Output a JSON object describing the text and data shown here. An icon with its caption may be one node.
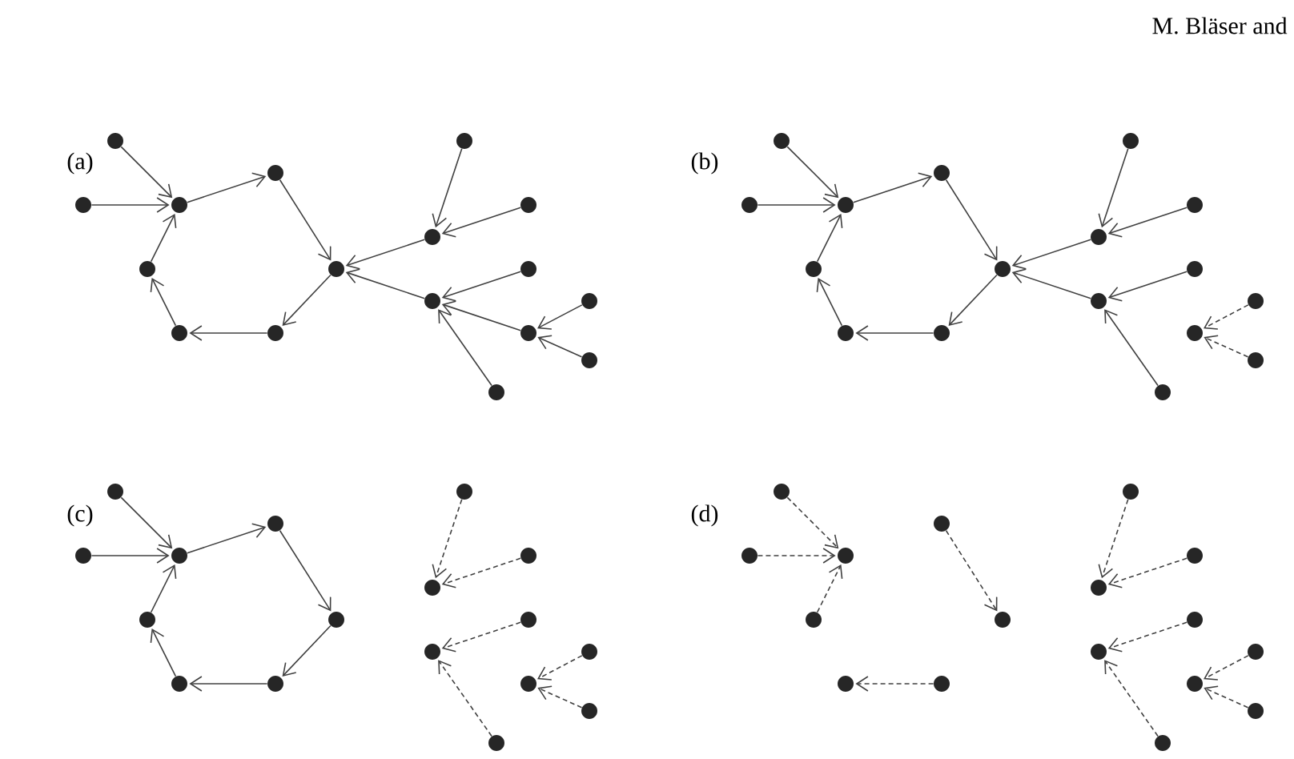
{
  "diagram": {
    "nodes": [
      {
        "text": [],
        "shape": "circle"
      },
      {
        "text": [],
        "shape": "circle"
      },
      {
        "text": [],
        "shape": "circle"
      },
      {
        "text": [],
        "shape": "circle"
      },
      {
        "text": [],
        "shape": "circle"
      },
      {
        "text": [],
        "shape": "circle"
      },
      {
        "text": [],
        "shape": "circle"
      },
      {
        "text": [],
        "shape": "circle"
      },
      {
        "text": [],
        "shape": "circle"
      },
      {
        "text": [],
        "shape": "circle"
      },
      {
        "text": [],
        "shape": "circle"
      },
      {
        "text": [],
        "shape": "circle"
      },
      {
        "text": [],
        "shape": "circle"
      },
      {
        "text": [],
        "shape": "circle"
      },
      {
        "text": [],
        "shape": "circle"
      },
      {
        "text": [],
        "shape": "circle"
      },
      {
        "text": [],
        "shape": "circle"
      },
      {
        "text": [],
        "shape": "circle"
      },
      {
        "text": [],
        "shape": "circle"
      },
      {
        "text": [],
        "shape": "circle"
      },
      {
        "text": [],
        "shape": "circle"
      },
      {
        "text": [],
        "shape": "circle"
      },
      {
        "text": [],
        "shape": "circle"
      },
      {
        "text": [],
        "shape": "circle"
      },
      {
        "text": [],
        "shape": "circle"
      },
      {
        "text": [],
        "shape": "circle"
      },
      {
        "text": [],
        "shape": "circle"
      },
      {
        "text": [],
        "shape": "circle"
      },
      {
        "text": [],
        "shape": "circle"
      },
      {
        "text": [],
        "shape": "circle"
      },
      {
        "text": [],
        "shape": "circle"
      },
      {
        "text": [],
        "shape": "circle"
      },
      {
        "text": [],
        "shape": "circle"
      },
      {
        "text": [],
        "shape": "circle"
      },
      {
        "text": [],
        "shape": "circle"
      },
      {
        "text": [],
        "shape": "circle"
      },
      {
        "text": [],
        "shape": "circle"
      },
      {
        "text": [],
        "shape": "circle"
      },
      {
        "text": [],
        "shape": "circle"
      },
      {
        "text": [],
        "shape": "circle"
      },
      {
        "text": [],
        "shape": "circle"
      },
      {
        "text": [],
        "shape": "circle"
      },
      {
        "text": [],
        "shape": "circle"
      },
      {
        "text": [],
        "shape": "circle"
      },
      {
        "text": [],
        "shape": "circle"
      },
      {
        "text": [],
        "shape": "circle"
      },
      {
        "text": [],
        "shape": "circle"
      },
      {
        "text": [],
        "shape": "circle"
      },
      {
        "text": [],
        "shape": "circle"
      },
      {
        "text": [],
        "shape": "circle"
      },
      {
        "text": [],
        "shape": "circle"
      },
      {
        "text": [],
        "shape": "circle"
      },
      {
        "text": [],
        "shape": "circle"
      },
      {
        "text": [],
        "shape": "circle"
      },
      {
        "text": [],
        "shape": "circle"
      },
      {
        "text": [],
        "shape": "circle"
      },
      {
        "text": [],
        "shape": "circle"
      },
      {
        "text": [],
        "shape": "circle"
      },
      {
        "text": [],
        "shape": "circle"
      },
      {
        "text": [],
        "shape": "circle"
      },
      {
        "text": [],
        "shape": "circle"
      },
      {
        "text": [],
        "shape": "circle"
      },
      {
        "text": [],
        "shape": "circle"
      },
      {
        "text": [],
        "shape": "circle"
      },
      {
        "text": [],
        "shape": "circle"
      },
      {
        "text": [],
        "shape": "circle"
      },
      {
        "text": [],
        "shape": "circle"
      },
      {
        "text": [],
        "shape": "circle"
      }
    ],
    "edges": [
      {
        "from": 1,
        "to": 3,
        "arrow": "to"
      },
      {
        "from": 0,
        "to": 3,
        "arrow": "to"
      },
      {
        "from": 3,
        "to": 5,
        "arrow": "to"
      },
      {
        "from": 5,
        "to": 7,
        "arrow": "to"
      },
      {
        "from": 7,
        "to": 6,
        "arrow": "to"
      },
      {
        "from": 6,
        "to": 4,
        "arrow": "to"
      },
      {
        "from": 4,
        "to": 2,
        "arrow": "to"
      },
      {
        "from": 2,
        "to": 3,
        "arrow": "to"
      },
      {
        "from": 8,
        "to": 7,
        "arrow": "to"
      },
      {
        "from": 9,
        "to": 7,
        "arrow": "to"
      },
      {
        "from": 10,
        "to": 8,
        "arrow": "to"
      },
      {
        "from": 12,
        "to": 8,
        "arrow": "to"
      },
      {
        "from": 13,
        "to": 9,
        "arrow": "to"
      },
      {
        "from": 11,
        "to": 9,
        "arrow": "to"
      },
      {
        "from": 14,
        "to": 9,
        "arrow": "to"
      },
      {
        "from": 15,
        "to": 14,
        "arrow": "to"
      },
      {
        "from": 16,
        "to": 14,
        "arrow": "to"
      },
      {
        "from": 18,
        "to": 20,
        "arrow": "to"
      },
      {
        "from": 17,
        "to": 20,
        "arrow": "to"
      },
      {
        "from": 20,
        "to": 22,
        "arrow": "to"
      },
      {
        "from": 22,
        "to": 24,
        "arrow": "to"
      },
      {
        "from": 24,
        "to": 23,
        "arrow": "to"
      },
      {
        "from": 23,
        "to": 21,
        "arrow": "to"
      },
      {
        "from": 21,
        "to": 19,
        "arrow": "to"
      },
      {
        "from": 19,
        "to": 20,
        "arrow": "to"
      },
      {
        "from": 25,
        "to": 24,
        "arrow": "to"
      },
      {
        "from": 26,
        "to": 24,
        "arrow": "to"
      },
      {
        "from": 27,
        "to": 25,
        "arrow": "to"
      },
      {
        "from": 29,
        "to": 25,
        "arrow": "to"
      },
      {
        "from": 30,
        "to": 26,
        "arrow": "to"
      },
      {
        "from": 28,
        "to": 26,
        "arrow": "to"
      },
      {
        "from": 32,
        "to": 31,
        "arrow": "to",
        "style": "dashed"
      },
      {
        "from": 33,
        "to": 31,
        "arrow": "to",
        "style": "dashed"
      },
      {
        "from": 35,
        "to": 37,
        "arrow": "to"
      },
      {
        "from": 34,
        "to": 37,
        "arrow": "to"
      },
      {
        "from": 37,
        "to": 39,
        "arrow": "to"
      },
      {
        "from": 39,
        "to": 41,
        "arrow": "to"
      },
      {
        "from": 41,
        "to": 40,
        "arrow": "to"
      },
      {
        "from": 40,
        "to": 38,
        "arrow": "to"
      },
      {
        "from": 38,
        "to": 36,
        "arrow": "to"
      },
      {
        "from": 36,
        "to": 37,
        "arrow": "to"
      },
      {
        "from": 44,
        "to": 42,
        "arrow": "to",
        "style": "dashed"
      },
      {
        "from": 46,
        "to": 42,
        "arrow": "to",
        "style": "dashed"
      },
      {
        "from": 47,
        "to": 43,
        "arrow": "to",
        "style": "dashed"
      },
      {
        "from": 45,
        "to": 43,
        "arrow": "to",
        "style": "dashed"
      },
      {
        "from": 49,
        "to": 48,
        "arrow": "to",
        "style": "dashed"
      },
      {
        "from": 50,
        "to": 48,
        "arrow": "to",
        "style": "dashed"
      },
      {
        "from": 52,
        "to": 54,
        "arrow": "to",
        "style": "dashed"
      },
      {
        "from": 51,
        "to": 54,
        "arrow": "to",
        "style": "dashed"
      },
      {
        "from": 53,
        "to": 54,
        "arrow": "to",
        "style": "dashed"
      },
      {
        "from": 56,
        "to": 58,
        "arrow": "to",
        "style": "dashed"
      },
      {
        "from": 57,
        "to": 55,
        "arrow": "to",
        "style": "dashed"
      },
      {
        "from": 61,
        "to": 59,
        "arrow": "to",
        "style": "dashed"
      },
      {
        "from": 63,
        "to": 59,
        "arrow": "to",
        "style": "dashed"
      },
      {
        "from": 64,
        "to": 60,
        "arrow": "to",
        "style": "dashed"
      },
      {
        "from": 62,
        "to": 60,
        "arrow": "to",
        "style": "dashed"
      },
      {
        "from": 66,
        "to": 65,
        "arrow": "to",
        "style": "dashed"
      },
      {
        "from": 67,
        "to": 65,
        "arrow": "to",
        "style": "dashed"
      }
    ],
    "labels": [
      "M. Bläser and",
      "(a)",
      "(b)",
      "(c)",
      "(d)"
    ]
  }
}
